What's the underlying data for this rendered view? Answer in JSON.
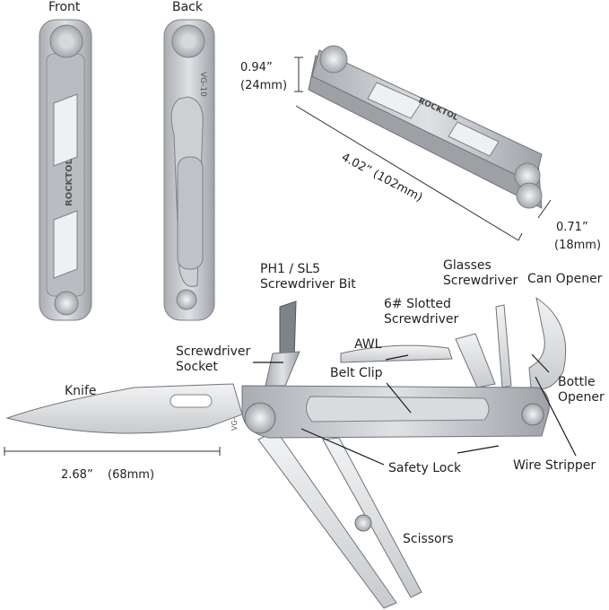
{
  "views": {
    "front": "Front",
    "back": "Back"
  },
  "brand": "ROCKTOL",
  "steel": "VG-10",
  "dimensions": {
    "height_in": "0.94”",
    "height_mm": "(24mm)",
    "length": "4.02” (102mm)",
    "width_in": "0.71”",
    "width_mm": "(18mm)",
    "blade_in": "2.68”",
    "blade_mm": "(68mm)"
  },
  "labels": {
    "knife": "Knife",
    "screwdriver_bit": "PH1 / SL5\nScrewdriver Bit",
    "glasses_screwdriver": "Glasses\nScrewdriver",
    "can_opener": "Can Opener",
    "slotted_screwdriver": "6# Slotted\nScrewdriver",
    "awl": "AWL",
    "screwdriver_socket": "Screwdriver\nSocket",
    "belt_clip": "Belt Clip",
    "bottle_opener": "Bottle\nOpener",
    "safety_lock": "Safety Lock",
    "wire_stripper": "Wire Stripper",
    "scissors": "Scissors"
  },
  "colors": {
    "steel": "#c9ccd0",
    "steel_dark": "#8f9398",
    "blade": "#e4e6e8",
    "line": "#1a1a1a"
  }
}
